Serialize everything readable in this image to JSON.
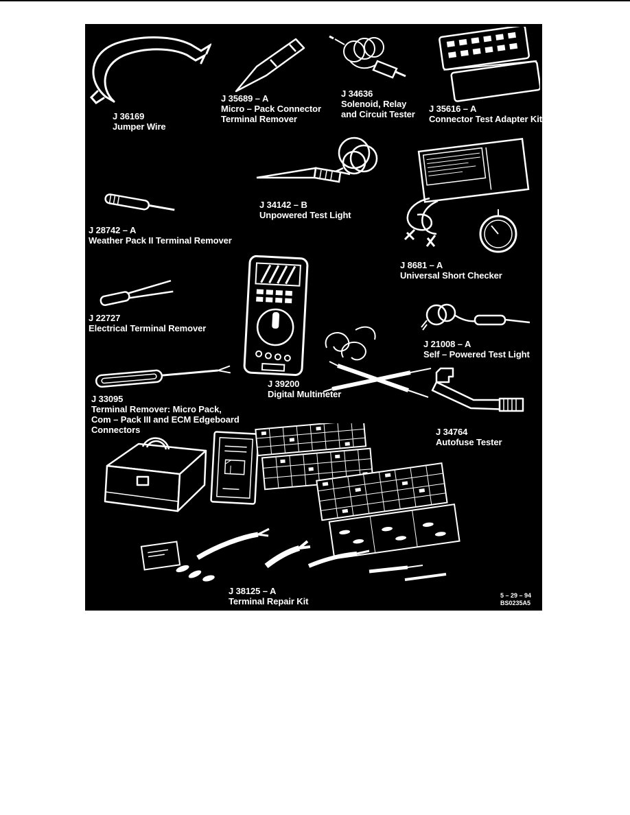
{
  "figure": {
    "colors": {
      "panel_background": "#000000",
      "ink": "#ffffff",
      "page_background": "#ffffff"
    },
    "tools": [
      {
        "id": "J 36169",
        "name": "Jumper Wire",
        "illustration": "jumper-wire"
      },
      {
        "id": "J 35689 – A",
        "name": "Micro – Pack Connector\nTerminal Remover",
        "illustration": "micro-pack-terminal-remover"
      },
      {
        "id": "J 34636",
        "name": "Solenoid, Relay\nand Circuit Tester",
        "illustration": "solenoid-relay-circuit-tester"
      },
      {
        "id": "J 35616 – A",
        "name": "Connector Test Adapter Kit",
        "illustration": "connector-test-adapter-kit"
      },
      {
        "id": "J 34142 – B",
        "name": "Unpowered Test Light",
        "illustration": "unpowered-test-light"
      },
      {
        "id": "J 28742 – A",
        "name": "Weather Pack II Terminal Remover",
        "illustration": "weather-pack-terminal-remover"
      },
      {
        "id": "J 8681 – A",
        "name": "Universal Short Checker",
        "illustration": "universal-short-checker"
      },
      {
        "id": "J 22727",
        "name": "Electrical Terminal Remover",
        "illustration": "electrical-terminal-remover"
      },
      {
        "id": "J 21008 – A",
        "name": "Self – Powered Test Light",
        "illustration": "self-powered-test-light"
      },
      {
        "id": "J 39200",
        "name": "Digital Multimeter",
        "illustration": "digital-multimeter"
      },
      {
        "id": "J 33095",
        "name": "Terminal Remover: Micro Pack,\nCom – Pack III and ECM Edgeboard\nConnectors",
        "illustration": "micro-pack-com-pack-remover"
      },
      {
        "id": "J 34764",
        "name": "Autofuse Tester",
        "illustration": "autofuse-tester"
      },
      {
        "id": "J 38125 – A",
        "name": "Terminal Repair Kit",
        "illustration": "terminal-repair-kit"
      }
    ],
    "stamp": {
      "date": "5 – 29 – 94",
      "code": "BS0235A5"
    }
  }
}
